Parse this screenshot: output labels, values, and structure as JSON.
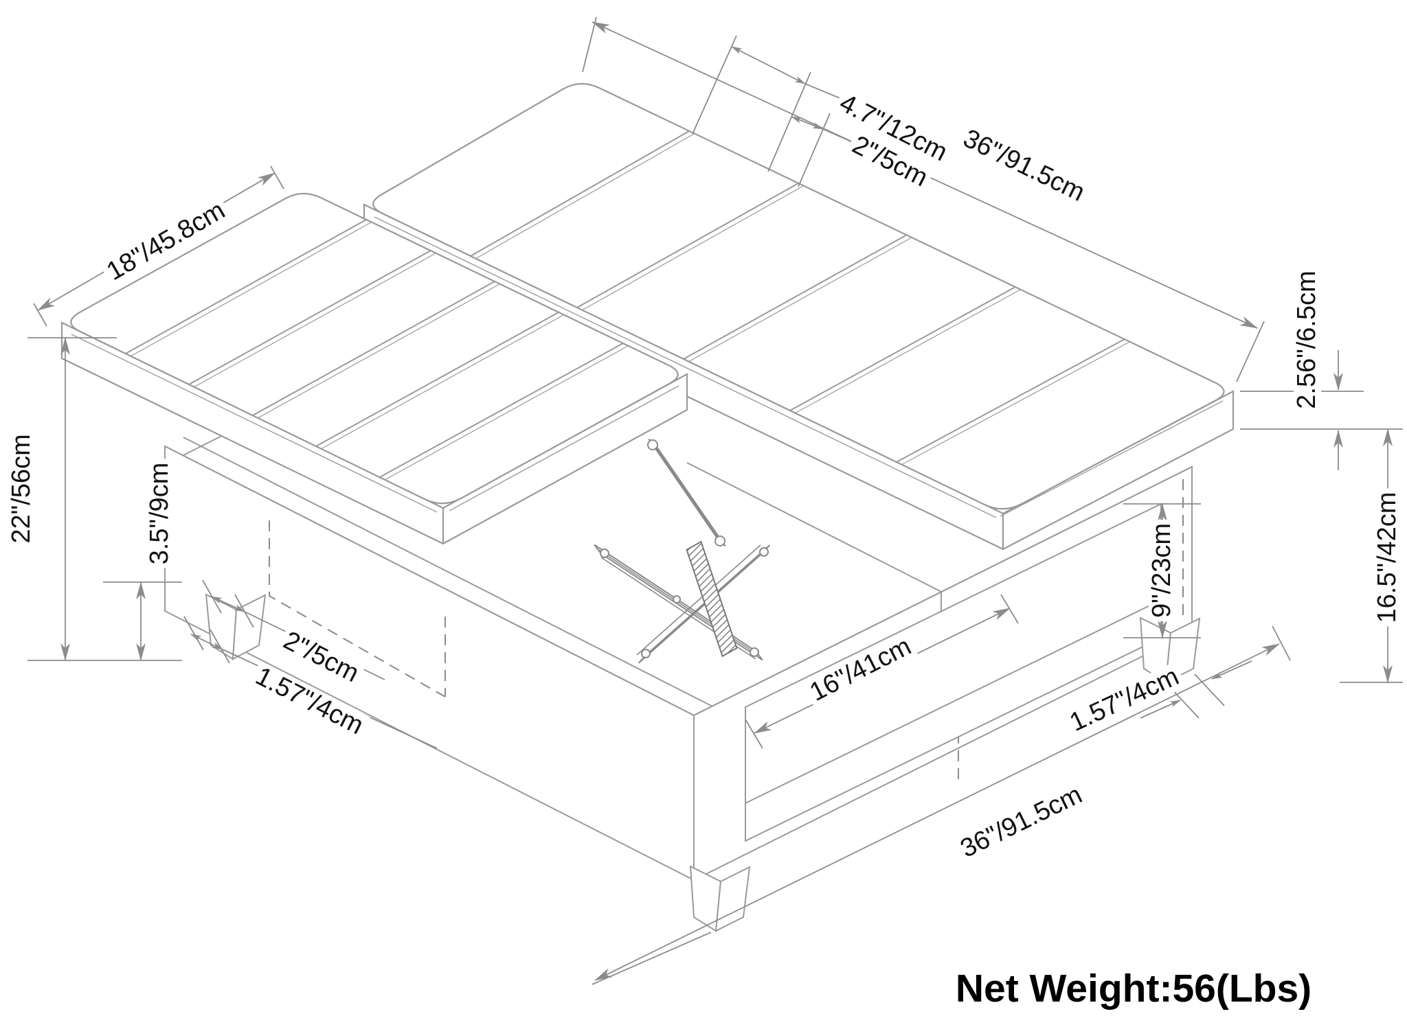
{
  "drawing": {
    "description": "Isometric dimension drawing of a square lift-top storage ottoman with two channel-tufted cushion lids, open storage shelf and scissor lift mechanism",
    "dims": {
      "cushion_width": "18\"/45.8cm",
      "cushion_overhang": "4.7\"/12cm",
      "cushion_lip": "2\"/5cm",
      "top_length": "36\"/91.5cm",
      "cushion_thickness": "2.56\"/6.5cm",
      "overall_height": "22\"/56cm",
      "leg_height": "3.5\"/9cm",
      "leg_width_top": "2\"/5cm",
      "leg_width_bottom_left": "1.57\"/4cm",
      "lift_opening_width": "16\"/41cm",
      "shelf_opening_height": "9\"/23cm",
      "base_height": "16.5\"/42cm",
      "leg_width_bottom_right": "1.57\"/4cm",
      "base_length": "36\"/91.5cm"
    },
    "net_weight": "Net Weight:56(Lbs)"
  }
}
